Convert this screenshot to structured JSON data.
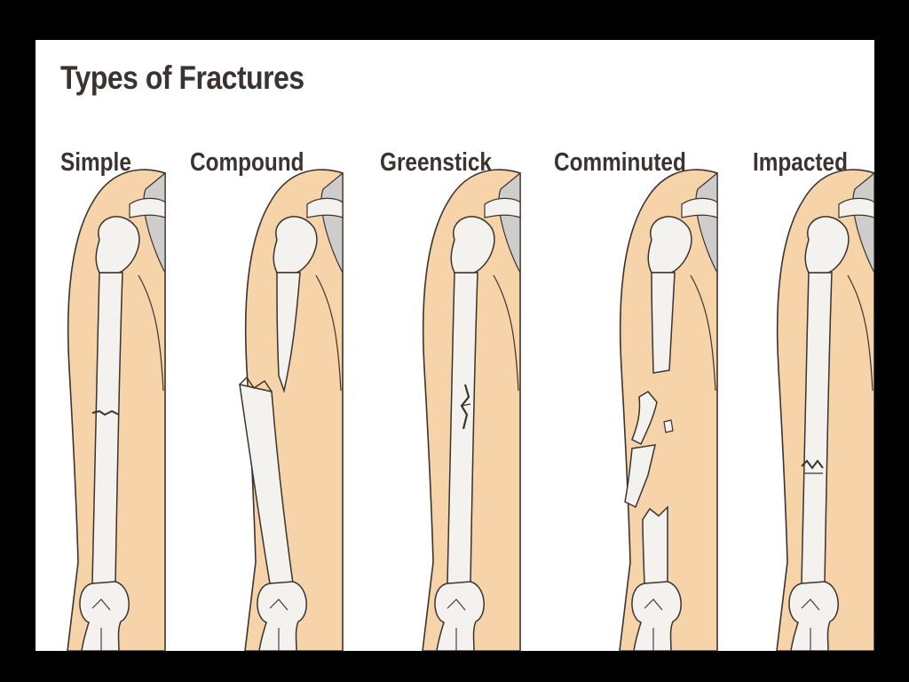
{
  "title": "Types of Fractures",
  "fracture_types": [
    {
      "label": "Simple"
    },
    {
      "label": "Compound"
    },
    {
      "label": "Greenstick"
    },
    {
      "label": "Comminuted"
    },
    {
      "label": "Impacted"
    }
  ],
  "colors": {
    "background": "#000000",
    "panel": "#ffffff",
    "skin": "#f6d3a8",
    "outline": "#3a3330",
    "bone": "#f4f2ef",
    "shadow": "#cfcdcb"
  }
}
